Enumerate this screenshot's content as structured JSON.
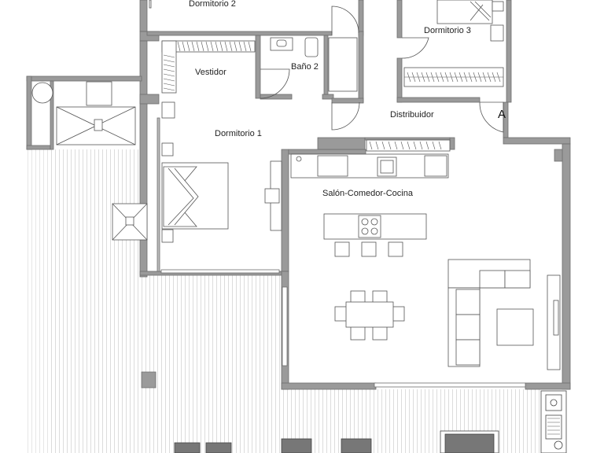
{
  "plan": {
    "rooms": {
      "dormitorio_2": "Dormitorio 2",
      "dormitorio_3": "Dormitorio 3",
      "vestidor": "Vestidor",
      "bano_2": "Baño 2",
      "distribuidor": "Distribuidor",
      "dormitorio_1": "Dormitorio 1",
      "salon_comedor_cocina": "Salón-Comedor-Cocina"
    },
    "entry_marker": "A"
  },
  "colors": {
    "wall": "#9a9a9a",
    "wall_edge": "#6e6e6e",
    "terrace_line": "#d4d4d4",
    "furniture": "#555555",
    "furniture_dark": "#444444"
  }
}
